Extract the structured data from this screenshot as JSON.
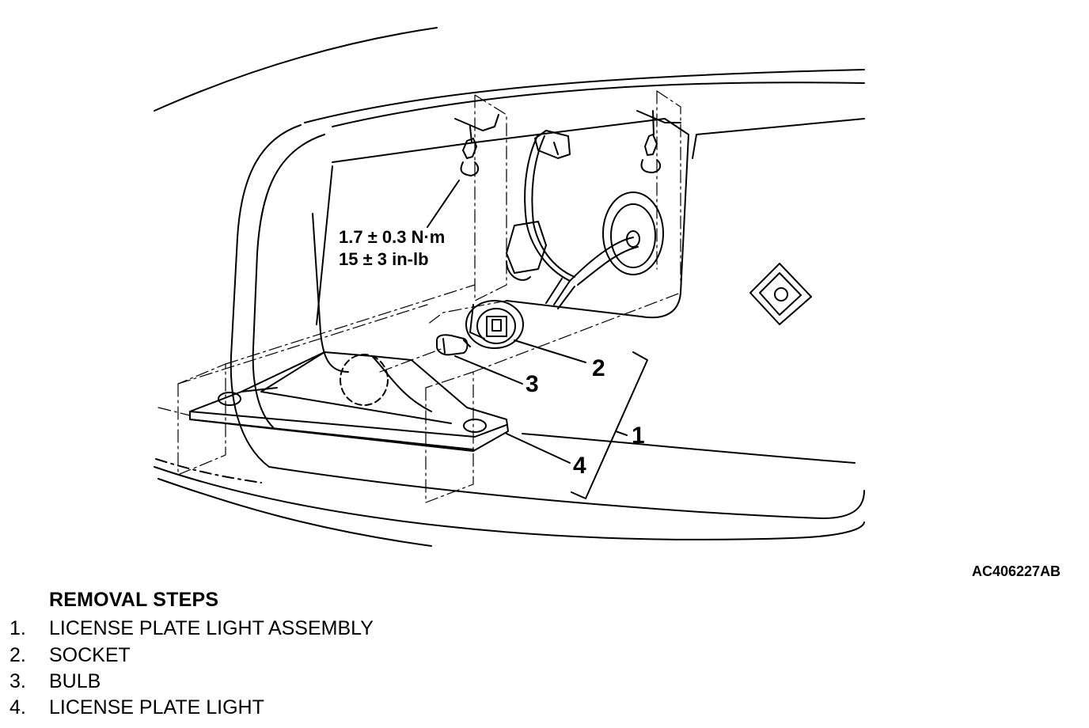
{
  "figure": {
    "callouts": [
      "1",
      "2",
      "3",
      "4"
    ],
    "torque_line1": "1.7 ± 0.3 N·m",
    "torque_line2": "15 ± 3 in-lb",
    "figure_code": "AC406227AB"
  },
  "steps": {
    "title": "REMOVAL STEPS",
    "items": [
      {
        "num": "1.",
        "text": "LICENSE PLATE LIGHT ASSEMBLY"
      },
      {
        "num": "2.",
        "text": "SOCKET"
      },
      {
        "num": "3.",
        "text": "BULB"
      },
      {
        "num": "4.",
        "text": "LICENSE PLATE LIGHT"
      }
    ]
  }
}
